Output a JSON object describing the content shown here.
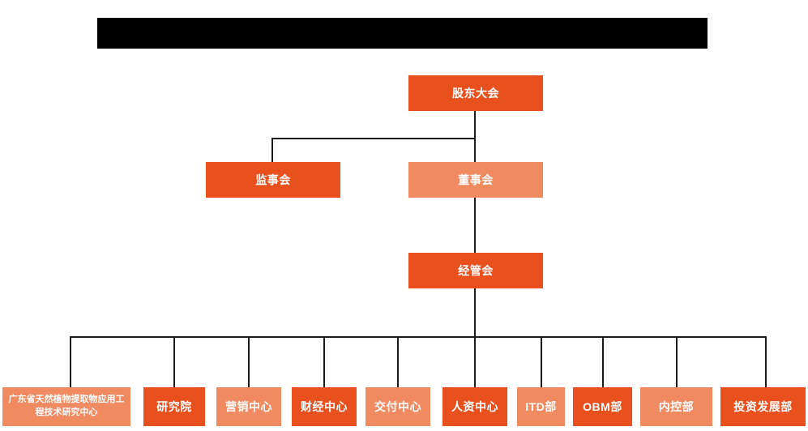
{
  "diagram": {
    "title_bar": {
      "name": "redacted-title-bar",
      "text": ""
    },
    "type": "org-chart",
    "colors": {
      "dark_orange": "#E8511E",
      "light_orange": "#EF8A61",
      "connector": "#1a1a1a",
      "background": "#ffffff",
      "text": "#ffffff",
      "redaction": "#000000"
    },
    "nodes": {
      "shareholders_meeting": {
        "label": "股东大会",
        "level": 1,
        "style": "dark"
      },
      "board_of_supervisors": {
        "label": "监事会",
        "level": 2,
        "style": "dark"
      },
      "board_of_directors": {
        "label": "董事会",
        "level": 2,
        "style": "light"
      },
      "management_committee": {
        "label": "经管会",
        "level": 3,
        "style": "dark"
      }
    },
    "departments": [
      {
        "label": "广东省天然植物提取物应用工程技术研究中心",
        "style": "light",
        "multiline": true
      },
      {
        "label": "研究院",
        "style": "dark",
        "multiline": false
      },
      {
        "label": "营销中心",
        "style": "light",
        "multiline": false
      },
      {
        "label": "财经中心",
        "style": "dark",
        "multiline": false
      },
      {
        "label": "交付中心",
        "style": "light",
        "multiline": false
      },
      {
        "label": "人资中心",
        "style": "dark",
        "multiline": false
      },
      {
        "label": "ITD部",
        "style": "light",
        "multiline": false
      },
      {
        "label": "OBM部",
        "style": "dark",
        "multiline": false
      },
      {
        "label": "内控部",
        "style": "light",
        "multiline": false
      },
      {
        "label": "投资发展部",
        "style": "dark",
        "multiline": false
      }
    ]
  }
}
